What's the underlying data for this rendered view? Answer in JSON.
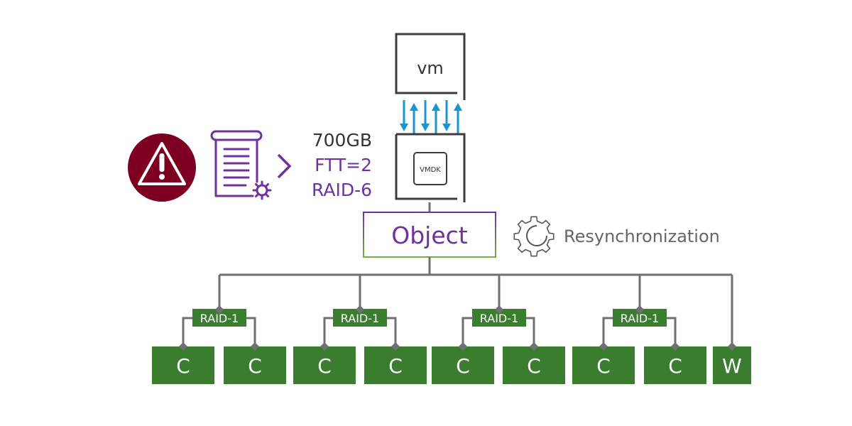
{
  "colors": {
    "alert_red": "#7d0022",
    "policy_purple": "#7030a0",
    "object_border_top": "#7030a0",
    "object_border_bottom": "#6fb33f",
    "component_green": "#3a7d2f",
    "connector_gray": "#6f6f74",
    "io_arrow_blue": "#1a94d2",
    "box_border": "#3c3c3c",
    "text_dark": "#333333",
    "text_gray": "#666666"
  },
  "vm": {
    "label": "vm"
  },
  "vmdk": {
    "label": "VMDK"
  },
  "io_arrows": [
    "down",
    "up",
    "down",
    "up",
    "down",
    "up"
  ],
  "alert": {
    "icon": "warning-triangle-icon"
  },
  "policy": {
    "icon": "policy-document-gear-icon",
    "arrow": "chevron-right-icon",
    "capacity": "700GB",
    "ftt": "FTT=2",
    "raid": "RAID-6"
  },
  "object": {
    "label": "Object"
  },
  "resync": {
    "icon": "resync-gear-icon",
    "label": "Resynchronization"
  },
  "raid_groups": [
    {
      "label": "RAID-1",
      "components": [
        "C",
        "C"
      ]
    },
    {
      "label": "RAID-1",
      "components": [
        "C",
        "C"
      ]
    },
    {
      "label": "RAID-1",
      "components": [
        "C",
        "C"
      ]
    },
    {
      "label": "RAID-1",
      "components": [
        "C",
        "C"
      ]
    }
  ],
  "witness": {
    "label": "W"
  }
}
